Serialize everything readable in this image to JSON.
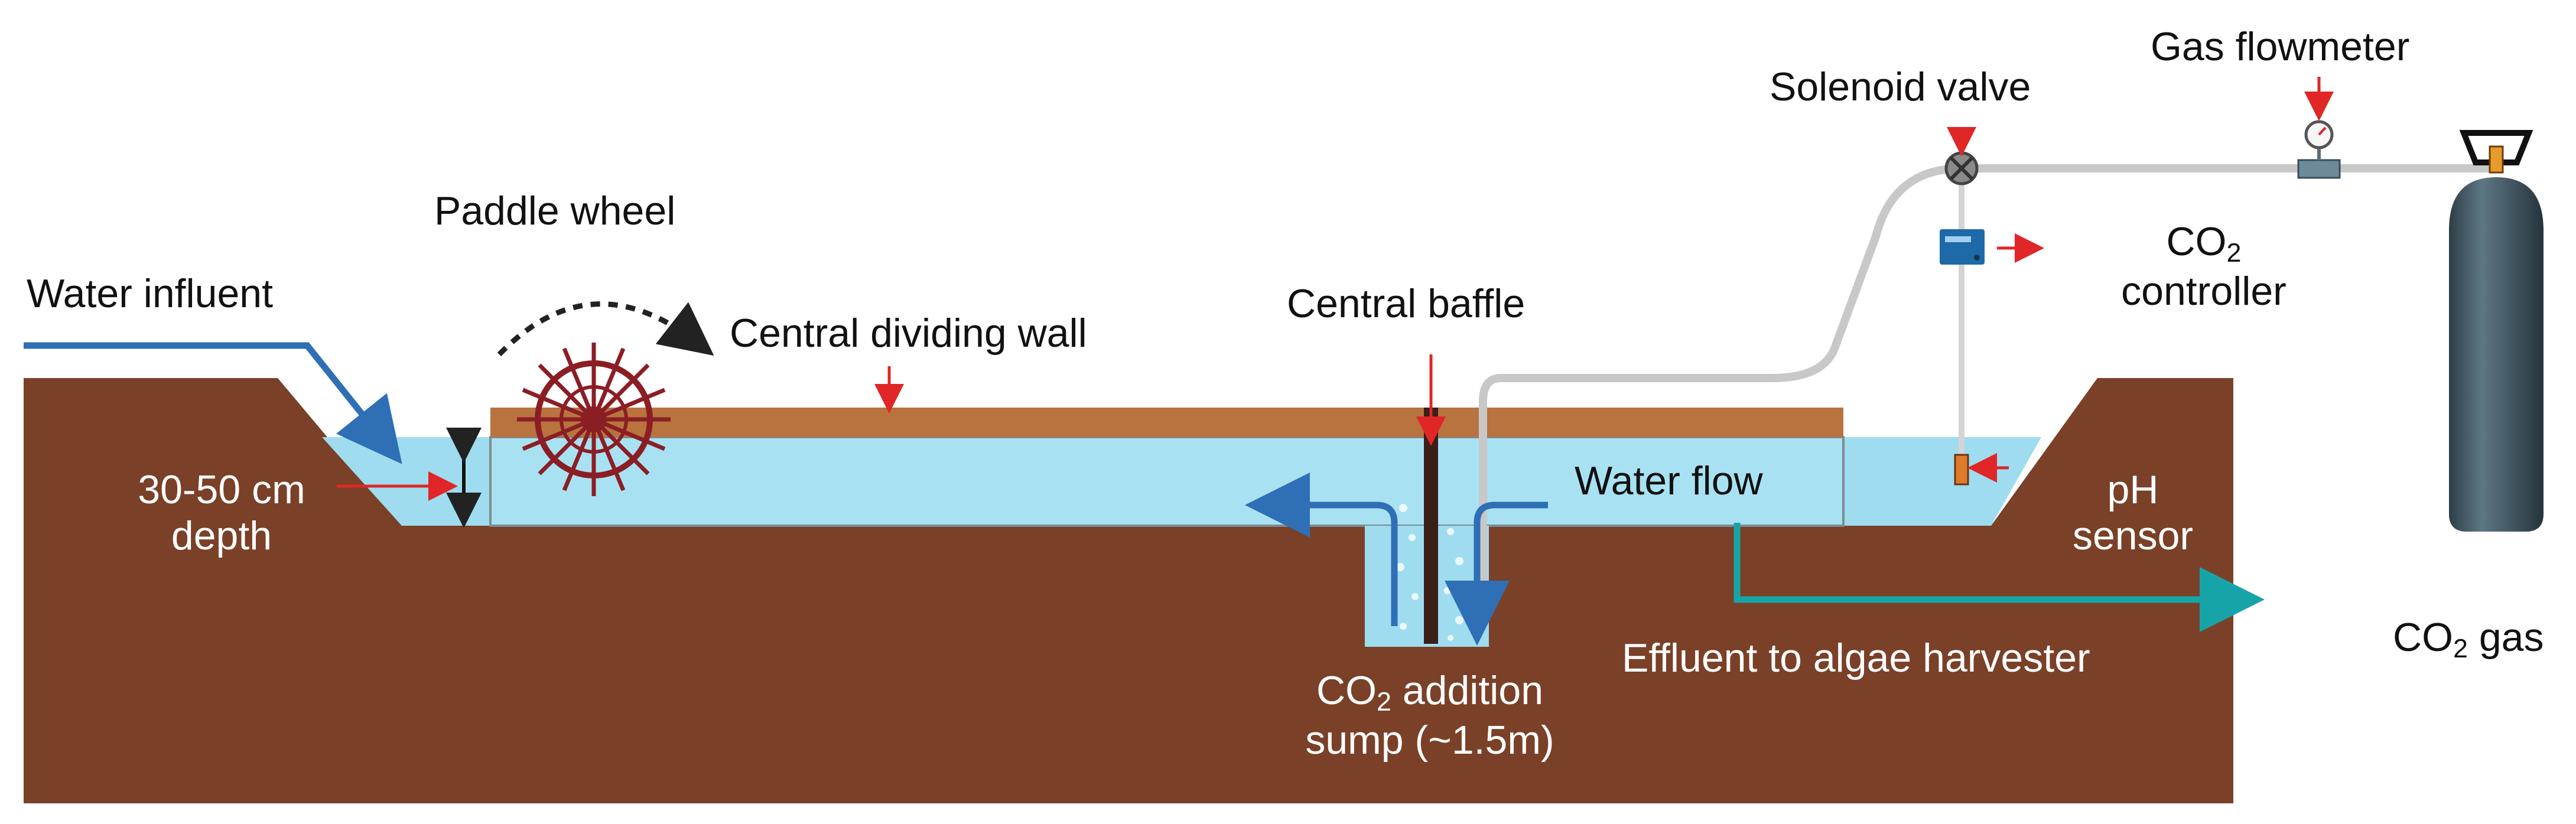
{
  "labels": {
    "water_influent": "Water influent",
    "paddle_wheel": "Paddle wheel",
    "central_dividing_wall": "Central dividing wall",
    "central_baffle": "Central baffle",
    "solenoid_valve": "Solenoid valve",
    "gas_flowmeter": "Gas flowmeter",
    "co2_controller_line1_pre": "CO",
    "co2_controller_line1_sub": "2",
    "co2_controller_line2": "controller",
    "depth_line1": "30-50 cm",
    "depth_line2": "depth",
    "water_flow": "Water flow",
    "ph_line1": "pH",
    "ph_line2": "sensor",
    "co2_gas_pre": "CO",
    "co2_gas_sub": "2",
    "co2_gas_post": " gas",
    "effluent": "Effluent to algae harvester",
    "sump_line1_pre": "CO",
    "sump_line1_sub": "2",
    "sump_line1_post": " addition",
    "sump_line2": "sump (~1.5m)"
  },
  "colors": {
    "soil": "#7a4128",
    "water": "#9fdcef",
    "wall": "#b8733f",
    "paddle": "#8b1e24",
    "pipe": "#c8c8c8",
    "arrow_blue": "#2e6fb5",
    "arrow_teal": "#17a4a8",
    "arrow_red": "#e02626",
    "cylinder": "#3f5660"
  }
}
